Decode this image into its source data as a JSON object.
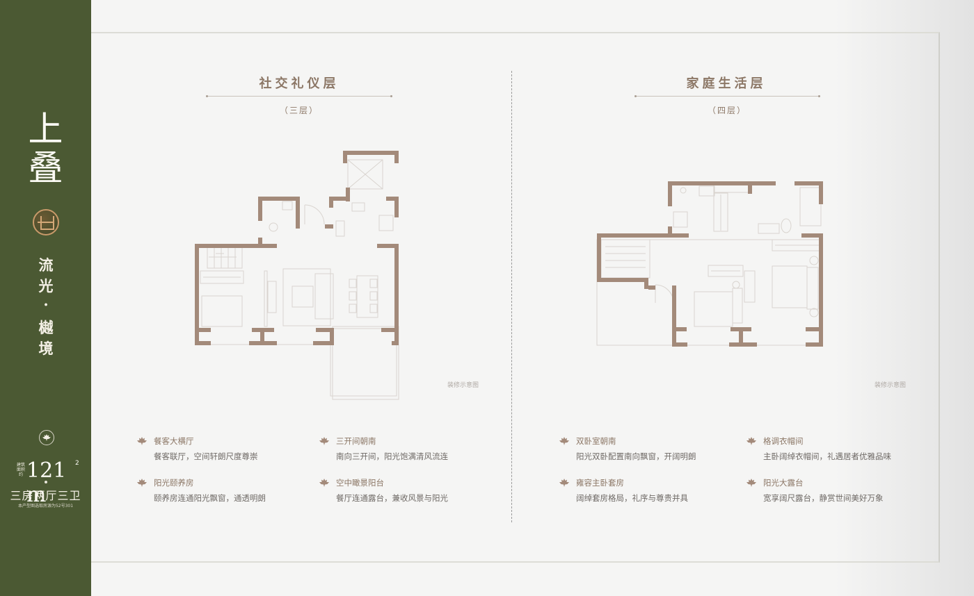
{
  "sidebar": {
    "title_line1": "上",
    "title_line2": "叠",
    "emblem": "brand-emblem-icon",
    "tagline": [
      "流",
      "光",
      "·",
      "樾",
      "境"
    ],
    "area_prefix": "建筑面积约",
    "area_value": "121",
    "area_unit": "m",
    "area_unit_sup": "2",
    "layout": "三房两厅三卫",
    "note": "本产型图选取房源为52号301"
  },
  "left_plan": {
    "title": "社交礼仪层",
    "subtitle": "（三层）",
    "caption": "装修示意图",
    "features": [
      {
        "title": "餐客大横厅",
        "desc": "餐客联厅，空间轩朗尺度尊崇"
      },
      {
        "title": "三开间朝南",
        "desc": "南向三开间，阳光饱满清风流连"
      },
      {
        "title": "阳光颐养房",
        "desc": "颐养房连通阳光飘窗，通透明朗"
      },
      {
        "title": "空中瞰景阳台",
        "desc": "餐厅连通露台，兼收风景与阳光"
      }
    ]
  },
  "right_plan": {
    "title": "家庭生活层",
    "subtitle": "（四层）",
    "caption": "装修示意图",
    "features": [
      {
        "title": "双卧室朝南",
        "desc": "阳光双卧配置南向飘窗，开阔明朗"
      },
      {
        "title": "格调衣帽间",
        "desc": "主卧阔绰衣帽间，礼遇居者优雅品味"
      },
      {
        "title": "雍容主卧套房",
        "desc": "阔绰套房格局，礼序与尊贵并具"
      },
      {
        "title": "阳光大露台",
        "desc": "宽享阔尺露台，静赏世间美好万象"
      }
    ]
  },
  "colors": {
    "sidebar_bg": "#4b5933",
    "wall": "#a38a7a",
    "accent_text": "#8c7766",
    "page_bg": "#f5f5f4"
  }
}
